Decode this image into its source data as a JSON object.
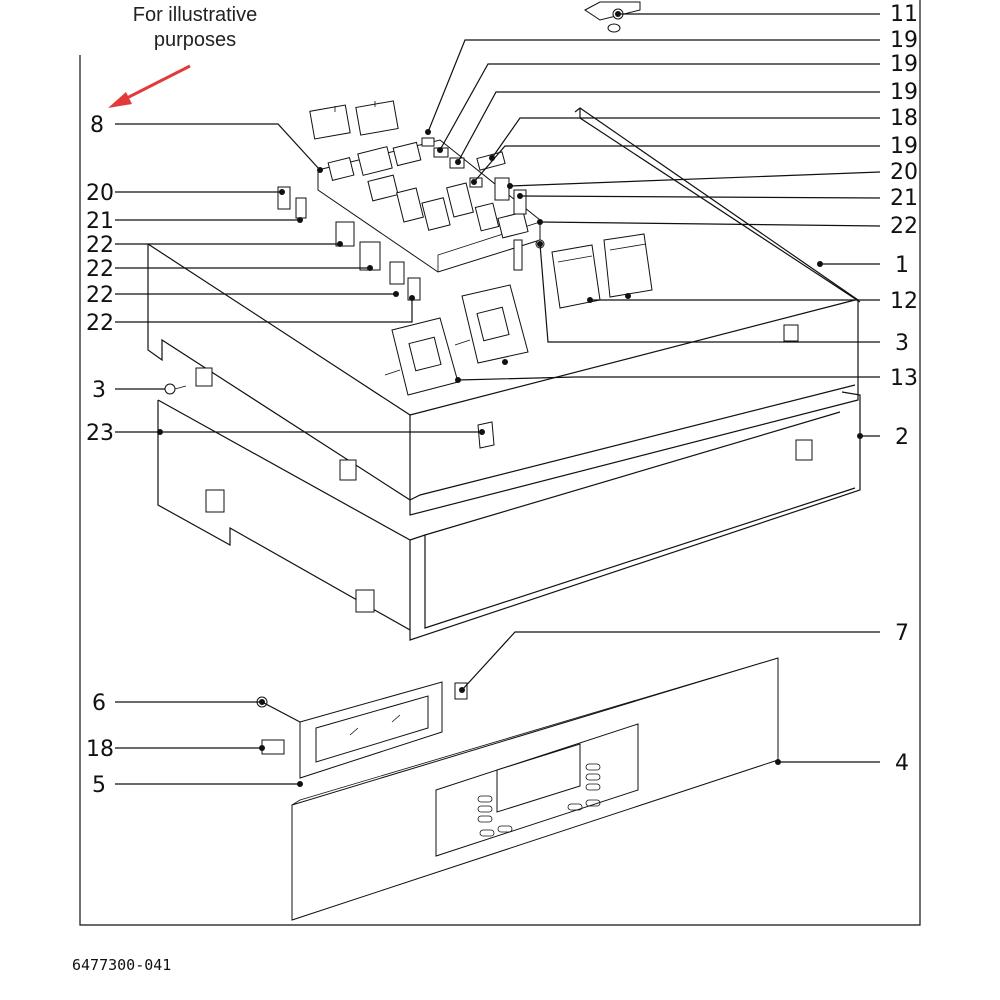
{
  "note": {
    "line1": "For illustrative",
    "line2": "purposes"
  },
  "colors": {
    "arrow": "#e23a3a",
    "ink": "#111111"
  },
  "document_number": "6477300-041",
  "callouts": {
    "c11": "11",
    "c19a": "19",
    "c19b": "19",
    "c19c": "19",
    "c18r": "18",
    "c19d": "19",
    "c20r": "20",
    "c21r": "21",
    "c22r": "22",
    "c1": "1",
    "c12": "12",
    "c3r": "3",
    "c13": "13",
    "c2": "2",
    "c7": "7",
    "c4": "4",
    "c8": "8",
    "c20l": "20",
    "c21l": "21",
    "c22a": "22",
    "c22b": "22",
    "c22c": "22",
    "c22d": "22",
    "c3l": "3",
    "c23": "23",
    "c6": "6",
    "c18l": "18",
    "c5": "5"
  }
}
